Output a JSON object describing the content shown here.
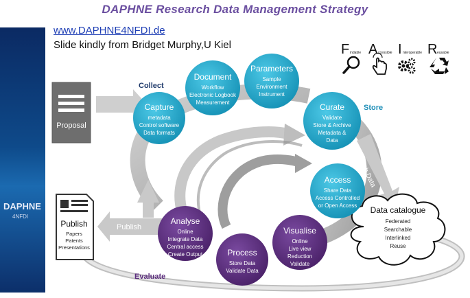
{
  "title": "DAPHNE Research Data Management Strategy",
  "url": "www.DAPHNE4NFDI.de",
  "credit": "Slide kindly from Bridget Murphy,U Kiel",
  "fair": [
    {
      "letter": "F",
      "rest": "indable",
      "icon": "magnifier-icon"
    },
    {
      "letter": "A",
      "rest": "ccessible",
      "icon": "hand-pointer-icon"
    },
    {
      "letter": "I",
      "rest": "nteroperable",
      "icon": "gears-icon"
    },
    {
      "letter": "R",
      "rest": "eusable",
      "icon": "recycle-icon"
    }
  ],
  "logo": {
    "line1": "DAPHNE",
    "line2": "4NFDI"
  },
  "proposal": "Proposal",
  "publish_doc": {
    "title": "Publish",
    "lines": [
      "Papers",
      "Patents",
      "Presentations"
    ]
  },
  "labels": {
    "collect": "Collect",
    "store": "Store",
    "evaluate": "Evaluate",
    "publish_arrow": "Publish",
    "publish_data": "Publish Data"
  },
  "stages": {
    "capture": {
      "title": "Capture",
      "lines": [
        "metadata",
        "Control software",
        "Data formats"
      ]
    },
    "document": {
      "title": "Document",
      "lines": [
        "Workflow",
        "Electronic Logbook",
        "Measurement"
      ]
    },
    "parameters": {
      "title": "Parameters",
      "lines": [
        "Sample",
        "Environment",
        "Instrument"
      ]
    },
    "curate": {
      "title": "Curate",
      "lines": [
        "Validate",
        "Store & Archive",
        "Metadata &",
        "Data"
      ]
    },
    "access": {
      "title": "Access",
      "lines": [
        "Share Data",
        "Access Controlled",
        "or Open Access"
      ]
    },
    "visualise": {
      "title": "Visualise",
      "lines": [
        "Online",
        "Live view",
        "Reduction",
        "Validate"
      ]
    },
    "process": {
      "title": "Process",
      "lines": [
        "Store Data",
        "Validate Data"
      ]
    },
    "analyse": {
      "title": "Analyse",
      "lines": [
        "Online",
        "Integrate Data",
        "Central access",
        "Create Output"
      ]
    }
  },
  "catalogue": {
    "title": "Data catalogue",
    "lines": [
      "Federated",
      "Searchable",
      "Interlinked",
      "Reuse"
    ]
  },
  "colors": {
    "teal": "#1fa8c9",
    "purple": "#5b2c7e",
    "title": "#6b4fa0",
    "arrow": "#a9a9a9",
    "navy": "#1f3a6b"
  }
}
